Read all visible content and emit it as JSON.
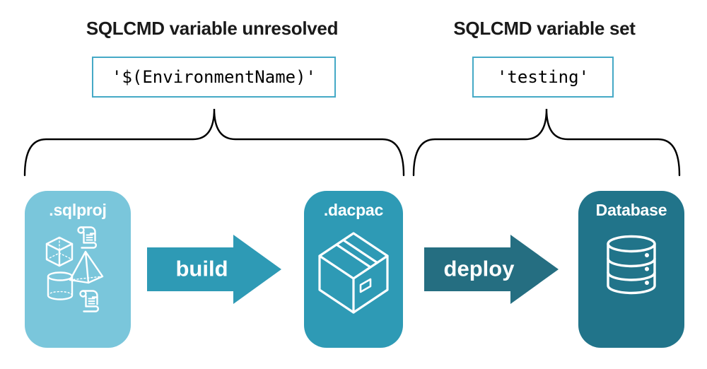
{
  "groups": [
    {
      "heading": "SQLCMD variable unresolved",
      "code": "'$(EnvironmentName)'"
    },
    {
      "heading": "SQLCMD variable set",
      "code": "'testing'"
    }
  ],
  "stages": [
    {
      "label": ".sqlproj",
      "icon": "sql-project-objects-icon",
      "color": "#7AC6DB"
    },
    {
      "label": ".dacpac",
      "icon": "package-box-icon",
      "color": "#2E9AB5"
    },
    {
      "label": "Database",
      "icon": "database-cylinder-icon",
      "color": "#21748A"
    }
  ],
  "arrows": [
    {
      "label": "build",
      "color": "#2E9AB5"
    },
    {
      "label": "deploy",
      "color": "#256E81"
    }
  ],
  "colors": {
    "background": "#FFFFFF",
    "heading_text": "#1A1A1A",
    "code_box_border": "#45A9C6",
    "code_text": "#000000",
    "brace": "#000000",
    "icon_stroke": "#FFFFFF",
    "card_label_text": "#FFFFFF"
  }
}
